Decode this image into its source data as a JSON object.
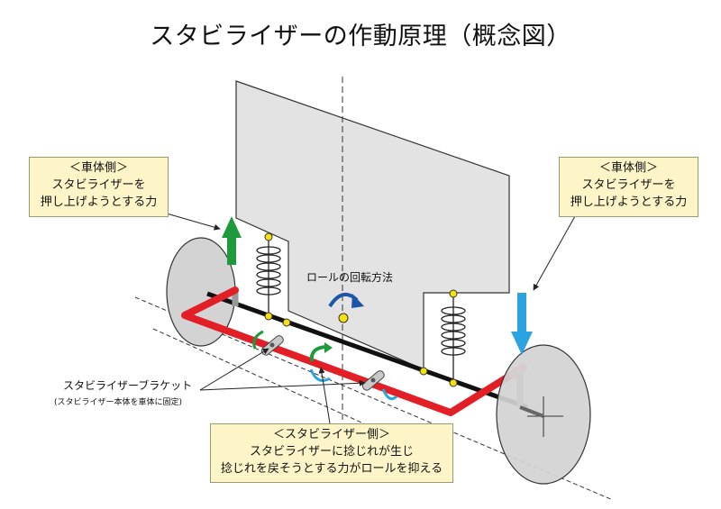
{
  "title": "スタビライザーの作動原理（概念図）",
  "left_box": {
    "line1": "＜車体側＞",
    "line2": "スタビライザーを",
    "line3": "押し上げようとする力"
  },
  "right_box": {
    "line1": "＜車体側＞",
    "line2": "スタビライザーを",
    "line3": "押し上げようとする力"
  },
  "roll_label": "ロールの回転方法",
  "bracket_label": "スタビライザーブラケット",
  "bracket_sublabel": "(スタビライザー本体を車体に固定)",
  "bottom_box": {
    "line1": "＜スタビライザー側＞",
    "line2": "スタビライザーに捻じれが生じ",
    "line3": "捻じれを戻そうとする力がロールを抑える"
  },
  "colors": {
    "body": "#e3e3e3",
    "bar": "#e21f26",
    "up_arrow": "#1e9a3c",
    "down_arrow": "#2aa3e0",
    "roll_arrow": "#1e55a8",
    "box_fill": "#fdf5c8"
  }
}
